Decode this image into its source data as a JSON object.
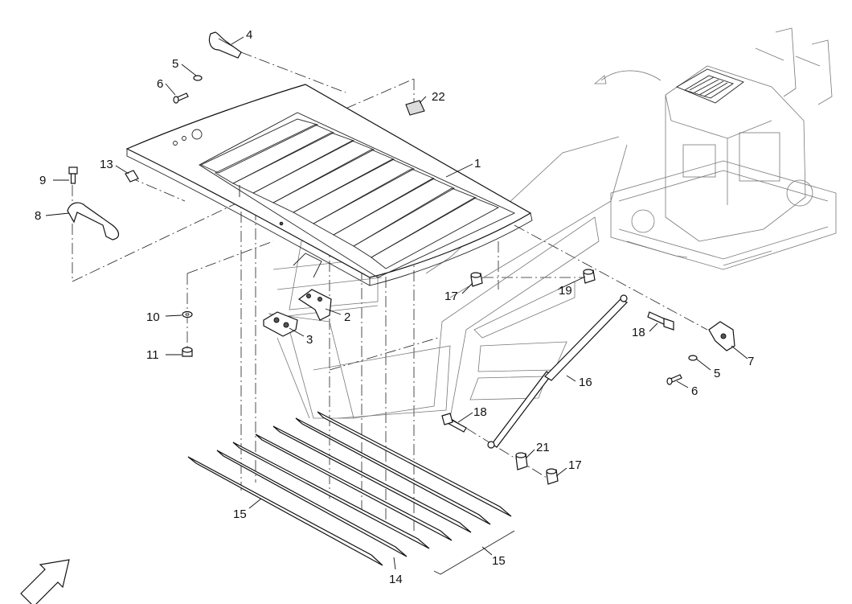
{
  "callouts": [
    {
      "id": "c1",
      "text": "1"
    },
    {
      "id": "c2",
      "text": "2"
    },
    {
      "id": "c3",
      "text": "3"
    },
    {
      "id": "c4",
      "text": "4"
    },
    {
      "id": "c5a",
      "text": "5"
    },
    {
      "id": "c5b",
      "text": "5"
    },
    {
      "id": "c6a",
      "text": "6"
    },
    {
      "id": "c6b",
      "text": "6"
    },
    {
      "id": "c7",
      "text": "7"
    },
    {
      "id": "c8",
      "text": "8"
    },
    {
      "id": "c9",
      "text": "9"
    },
    {
      "id": "c10",
      "text": "10"
    },
    {
      "id": "c11",
      "text": "11"
    },
    {
      "id": "c13",
      "text": "13"
    },
    {
      "id": "c14",
      "text": "14"
    },
    {
      "id": "c15a",
      "text": "15"
    },
    {
      "id": "c15b",
      "text": "15"
    },
    {
      "id": "c16",
      "text": "16"
    },
    {
      "id": "c17a",
      "text": "17"
    },
    {
      "id": "c17b",
      "text": "17"
    },
    {
      "id": "c18a",
      "text": "18"
    },
    {
      "id": "c18b",
      "text": "18"
    },
    {
      "id": "c19",
      "text": "19"
    },
    {
      "id": "c21",
      "text": "21"
    },
    {
      "id": "c22",
      "text": "22"
    }
  ]
}
